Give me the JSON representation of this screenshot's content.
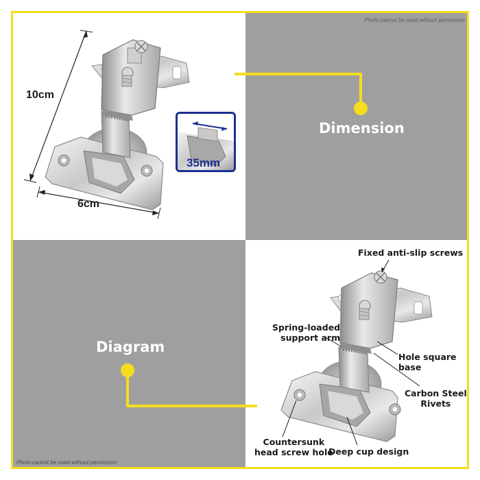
{
  "watermarks": {
    "top": "Photo cannot be used without permission",
    "bottom": "Photo cannot be used without permission"
  },
  "panels": {
    "dimension_title": "Dimension",
    "diagram_title": "Diagram"
  },
  "dimensions": {
    "height_label": "10cm",
    "width_label": "6cm",
    "cup_label": "35mm"
  },
  "callouts": {
    "fixed_screws": "Fixed anti-slip screws",
    "spring_line1": "Spring-loaded",
    "spring_line2": "support arm",
    "hole_base": "Hole square base",
    "carbon_line1": "Carbon Steel",
    "carbon_line2": "Rivets",
    "counter_line1": "Countersunk",
    "counter_line2": "head screw hole",
    "deep_cup": "Deep cup design"
  },
  "colors": {
    "accent_yellow": "#f5dd1d",
    "panel_gray": "#a09fa0",
    "inset_blue": "#1b2f8f"
  }
}
